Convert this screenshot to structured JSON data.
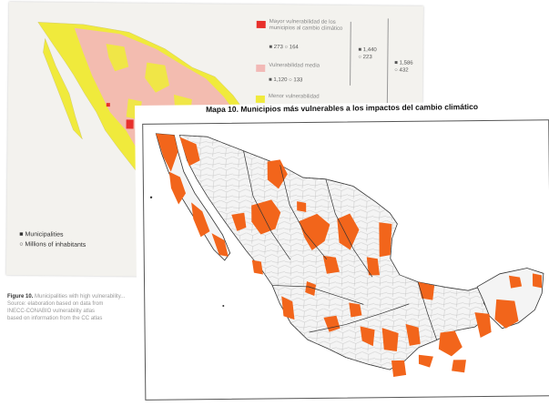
{
  "back_figure": {
    "legend": [
      {
        "label": "Mayor vulnerabilidad de los municipios al cambio climático",
        "count_a": "273",
        "count_b": "164",
        "color": "#e8302b"
      },
      {
        "label": "Vulnerabilidad media",
        "count_a": "1,120",
        "count_b": "133",
        "color": "#f2b9b6"
      },
      {
        "label": "Menor vulnerabilidad",
        "count_a": "",
        "count_b": "",
        "color": "#f0ea3c"
      }
    ],
    "group_totals": [
      "1,440",
      "223"
    ],
    "grand_totals": [
      "1,586",
      "432"
    ],
    "footer_legend": [
      {
        "icon": "square-icon",
        "label": "Municipalities"
      },
      {
        "icon": "circle-icon",
        "label": "Millions of inhabitants"
      }
    ],
    "caption_title": "Figure 10.",
    "caption_lines": [
      "Municipalities with high vulnerability...",
      "Source: elaboration based on data from",
      "INECC-CONABIO vulnerability atlas",
      "based on information from the CC atlas"
    ]
  },
  "front_figure": {
    "title": "Mapa 10. Municipios más vulnerables a los impactos del cambio climático",
    "colors": {
      "vulnerable": "#f2651b",
      "outline": "#333333",
      "municipio": "#f4f4f4"
    }
  }
}
